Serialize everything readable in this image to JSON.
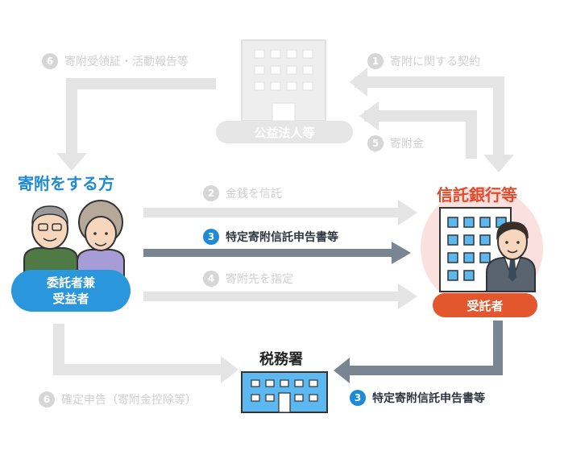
{
  "public_corp": {
    "label": "公益法人等"
  },
  "donor": {
    "heading": "寄附をする方",
    "role": "委託者兼\n受益者"
  },
  "bank": {
    "heading": "信託銀行等",
    "role": "受託者"
  },
  "tax_office": {
    "label": "税務署"
  },
  "steps": [
    {
      "num": "1",
      "text": "寄附に関する契約"
    },
    {
      "num": "2",
      "text": "金銭を信託"
    },
    {
      "num": "3",
      "text": "特定寄附信託申告書等"
    },
    {
      "num": "4",
      "text": "寄附先を指定"
    },
    {
      "num": "5",
      "text": "寄附金"
    },
    {
      "num": "6",
      "text": "寄附受領証・活動報告等"
    },
    {
      "num": "6",
      "text": "確定申告（寄附金控除等）"
    },
    {
      "num": "3",
      "text": "特定寄附信託申告書等"
    }
  ],
  "colors": {
    "blue": "#1e8bd6",
    "red": "#e34b2a",
    "gray_arrow": "#e4e4e4",
    "active_arrow": "#7a8593"
  }
}
